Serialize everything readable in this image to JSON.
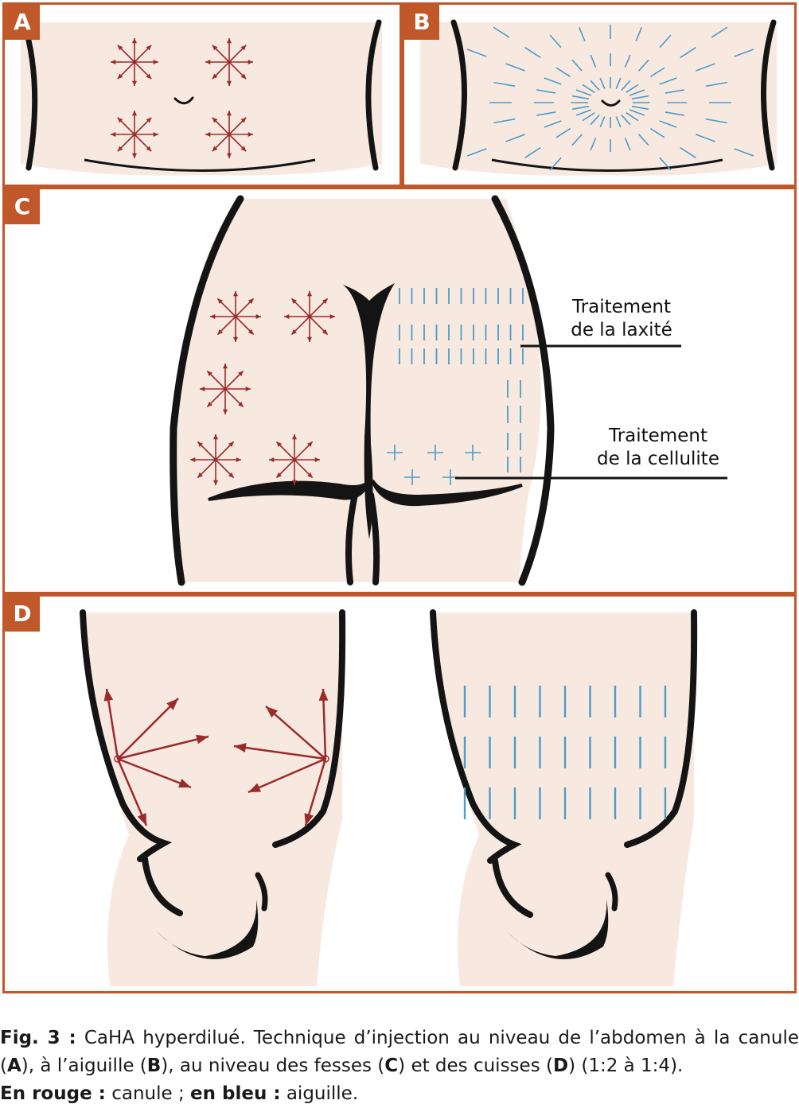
{
  "panels": {
    "a": {
      "label": "A"
    },
    "b": {
      "label": "B"
    },
    "c": {
      "label": "C",
      "callout_laxity": "Traitement\nde la laxité",
      "callout_cellulite": "Traitement\nde la cellulite"
    },
    "d": {
      "label": "D"
    }
  },
  "caption": {
    "fig_label": "Fig. 3 :",
    "text": " CaHA hyperdilué. Technique d’injection au niveau de l’abdomen à la canule (",
    "a": "A",
    "t2": "), à l’aiguille (",
    "b": "B",
    "t3": "), au niveau des fesses (",
    "c": "C",
    "t4": ") et des cuisses (",
    "d": "D",
    "t5": ") (1:2 à 1:4).",
    "red_label": "En rouge :",
    "red_text": " canule ; ",
    "blue_label": "en bleu :",
    "blue_text": " aiguille."
  },
  "colors": {
    "frame": "#c0582a",
    "skin": "#f7e9df",
    "outline": "#141414",
    "cannula_red": "#9b2a2a",
    "needle_blue": "#4c9bc9"
  }
}
